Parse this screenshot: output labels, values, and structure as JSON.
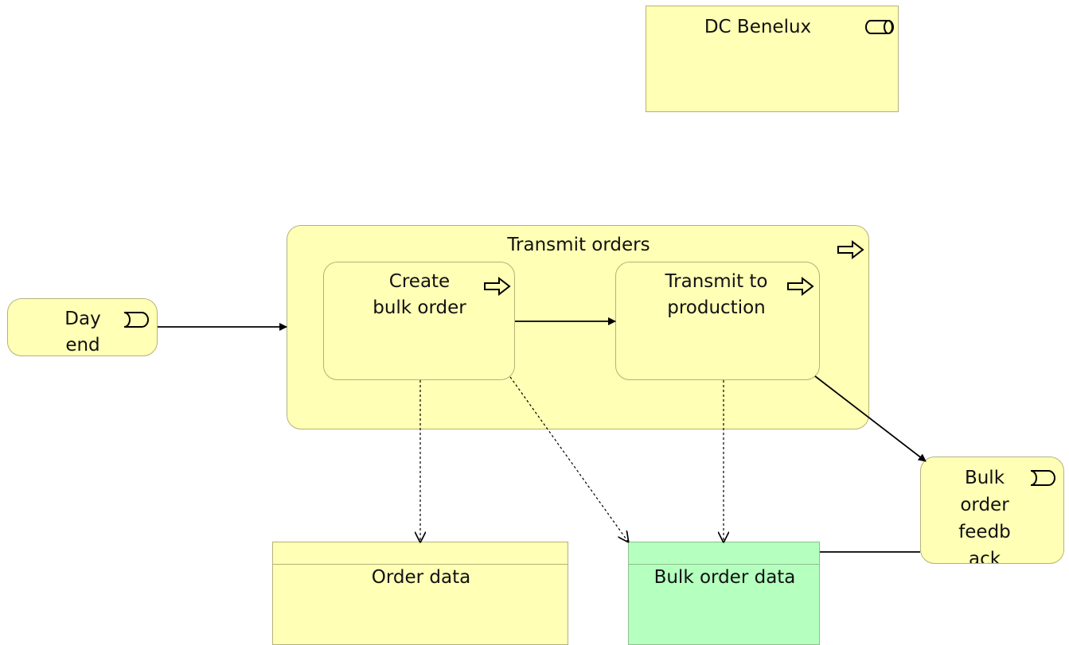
{
  "nodes": {
    "dc_benelux": "DC Benelux",
    "transmit_orders": "Transmit orders",
    "create_bulk_order": "Create\nbulk order",
    "transmit_to_production": "Transmit to\nproduction",
    "day_end": "Day\nend",
    "bulk_order_feedback": "Bulk\norder\nfeedb\nack",
    "order_data": "Order data",
    "bulk_order_data": "Bulk order data"
  },
  "colors": {
    "business": "#ffffb5",
    "data": "#b5ffbf",
    "border": "#b5b27a"
  }
}
